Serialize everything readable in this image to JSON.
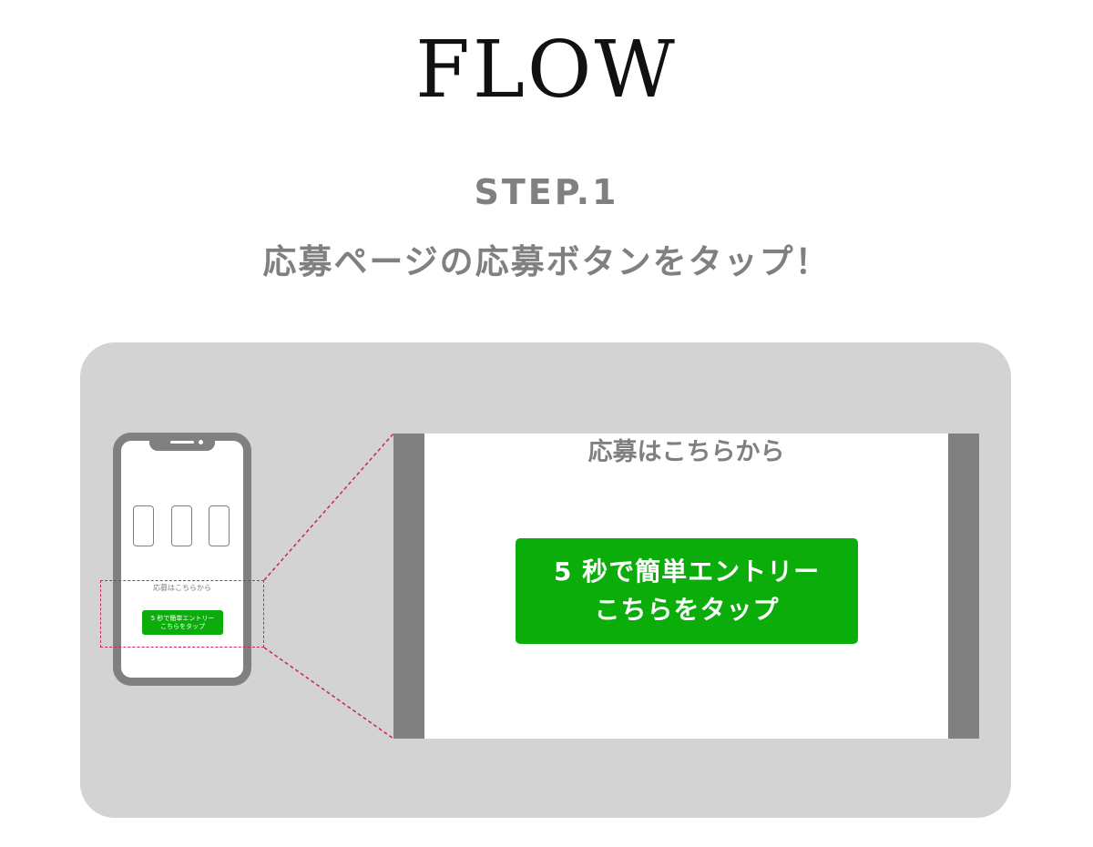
{
  "header": {
    "title": "FLOW",
    "step_label": "STEP.1",
    "step_description": "応募ページの応募ボタンをタップ！"
  },
  "phone_preview": {
    "label": "応募はこちらから",
    "button_line1": "5 秒で簡単エントリー",
    "button_line2": "こちらをタップ"
  },
  "zoom_view": {
    "label": "応募はこちらから",
    "button_line1": "5 秒で簡単エントリー",
    "button_line2": "こちらをタップ"
  },
  "colors": {
    "accent_green": "#0aad0a",
    "panel_gray": "#d3d3d3",
    "device_gray": "#808080",
    "dashed_magenta": "#cc2266"
  }
}
